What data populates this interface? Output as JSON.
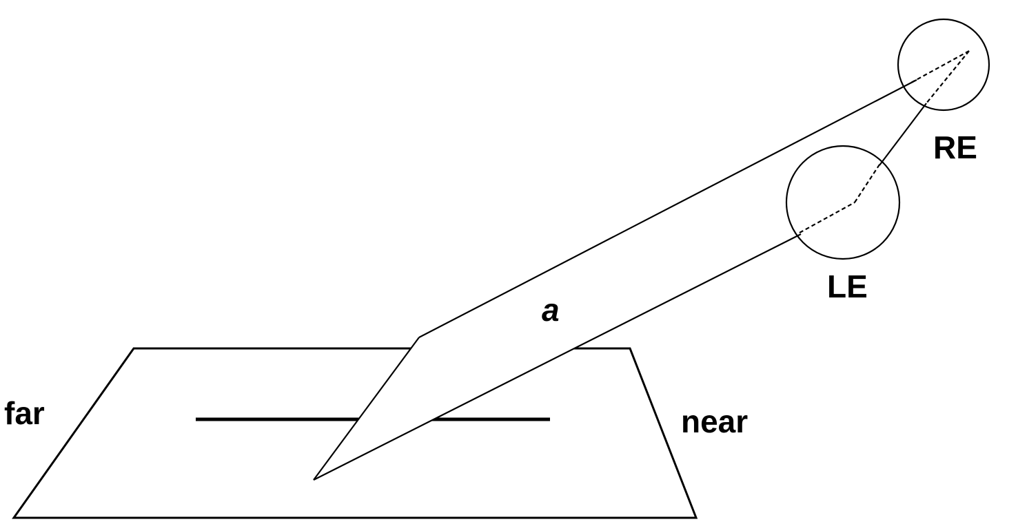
{
  "labels": {
    "far": "far",
    "near": "near",
    "plane": "a",
    "left_eye": "LE",
    "right_eye": "RE"
  },
  "colors": {
    "ink": "#000000",
    "background": "#ffffff"
  }
}
